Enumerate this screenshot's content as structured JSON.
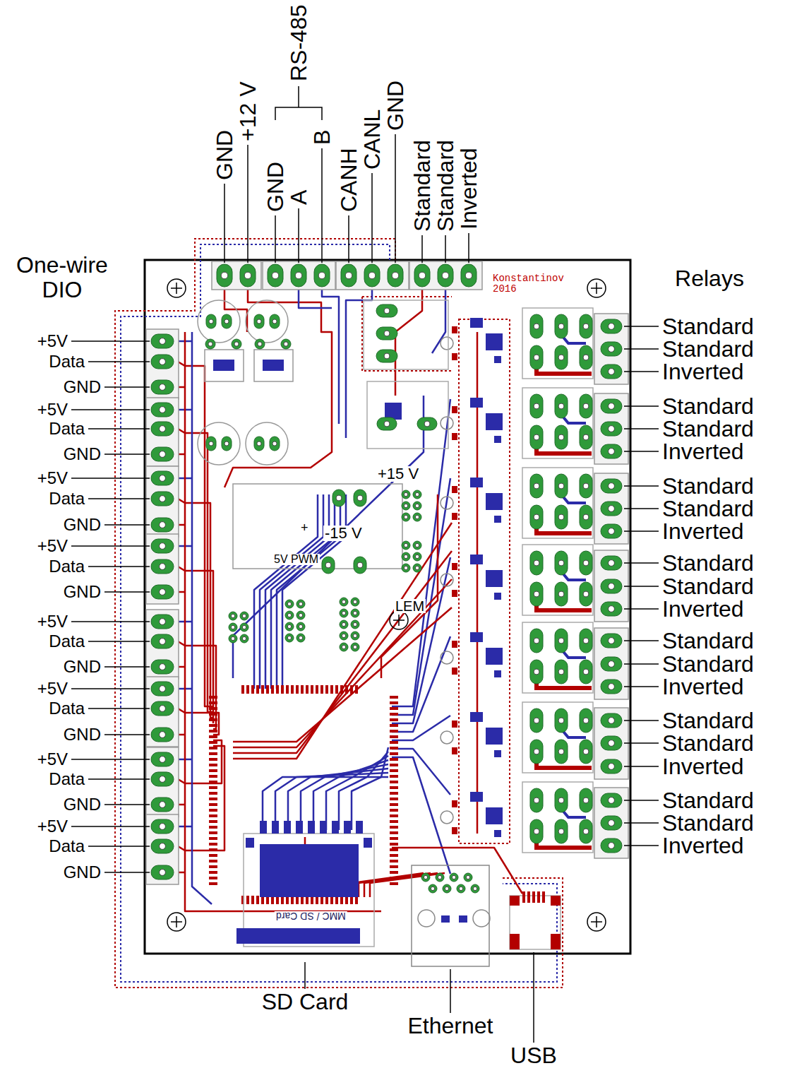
{
  "diagram": {
    "labels": [
      "GND",
      "+12 V",
      "RS-485",
      "GND",
      "A",
      "B",
      "CANH",
      "CANL",
      "GND",
      "Standard",
      "Standard",
      "Inverted",
      "One-wire DIO",
      "+5V",
      "Data",
      "GND",
      "+5V",
      "Data",
      "GND",
      "+5V",
      "Data",
      "GND",
      "+5V",
      "Data",
      "GND",
      "+5V",
      "Data",
      "GND",
      "+5V",
      "Data",
      "GND",
      "+5V",
      "Data",
      "GND",
      "+5V",
      "Data",
      "GND",
      "Relays",
      "Standard",
      "Standard",
      "Inverted",
      "Standard",
      "Standard",
      "Inverted",
      "Standard",
      "Standard",
      "Inverted",
      "Standard",
      "Standard",
      "Inverted",
      "Standard",
      "Standard",
      "Inverted",
      "Standard",
      "Standard",
      "Inverted",
      "Standard",
      "Standard",
      "Inverted",
      "Konstantinov 2016",
      "+15 V",
      "-15 V",
      "+",
      "5V PWM",
      "LEM",
      "MMC / SD Card",
      "SD Card",
      "Ethernet",
      "USB"
    ]
  }
}
